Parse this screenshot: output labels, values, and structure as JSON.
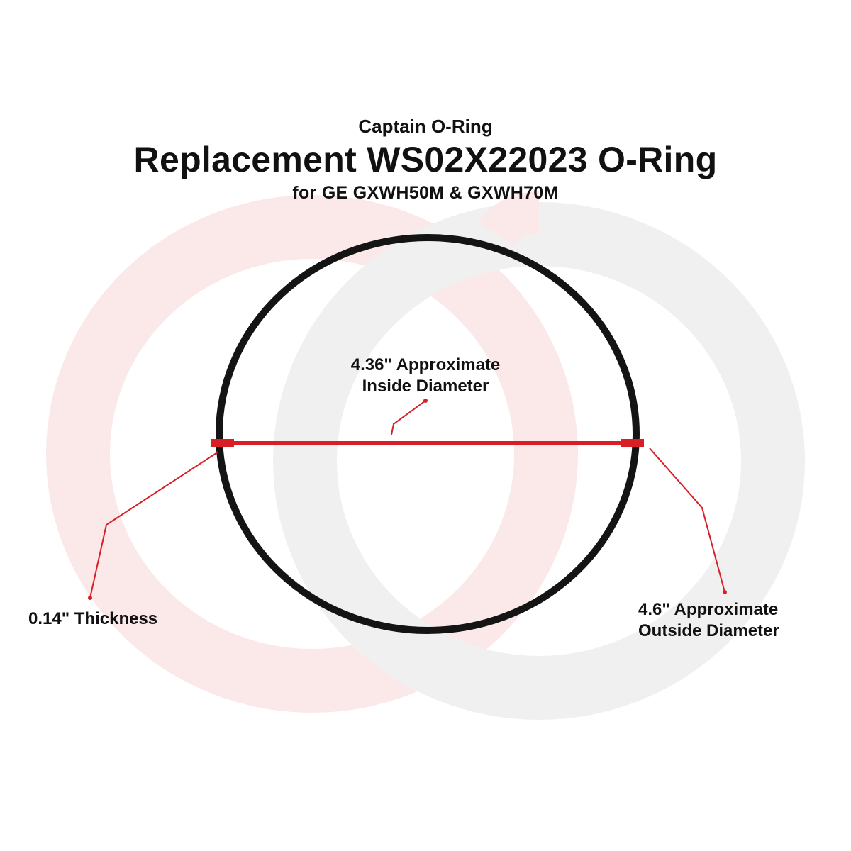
{
  "header": {
    "brand": "Captain O-Ring",
    "title": "Replacement WS02X22023 O-Ring",
    "subtitle": "for GE GXWH50M & GXWH70M"
  },
  "callouts": {
    "inside_diameter": {
      "line1": "4.36\" Approximate",
      "line2": "Inside Diameter"
    },
    "thickness": {
      "text": "0.14\" Thickness"
    },
    "outside_diameter": {
      "line1": "4.6\" Approximate",
      "line2": "Outside Diameter"
    }
  },
  "colors": {
    "ring": "#111111",
    "measure_line": "#d81f26",
    "leader_line": "#d81f26",
    "watermark_left": "#fbe9ea",
    "watermark_right": "#efeff0"
  }
}
